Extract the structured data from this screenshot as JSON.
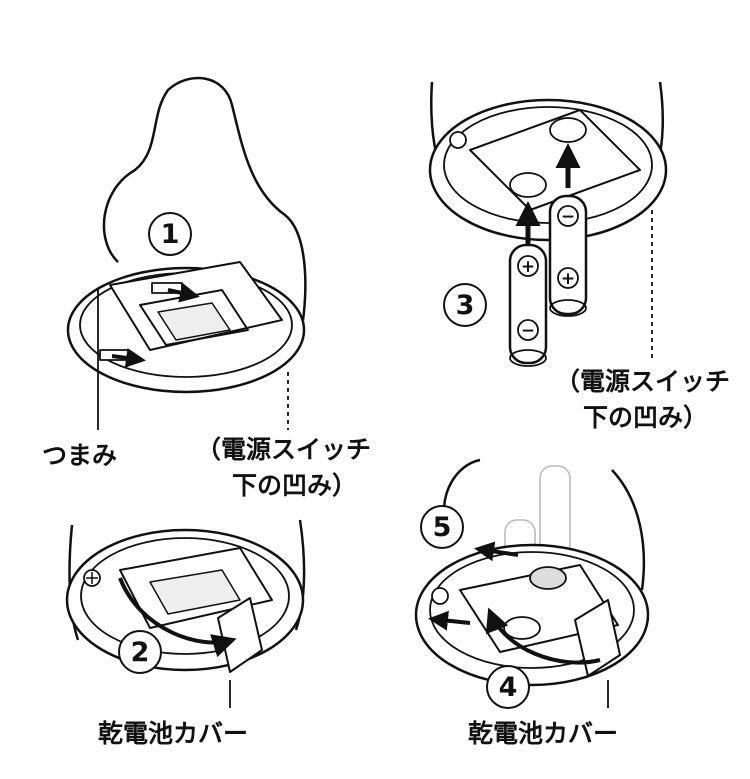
{
  "steps": [
    {
      "number": "1"
    },
    {
      "number": "2"
    },
    {
      "number": "3"
    },
    {
      "number": "4"
    },
    {
      "number": "5"
    }
  ],
  "labels": {
    "knob": "つまみ",
    "switch_recess_1_line1": "（電源スイッチ",
    "switch_recess_1_line2": "下の凹み）",
    "switch_recess_2_line1": "（電源スイッチ",
    "switch_recess_2_line2": "下の凹み）",
    "battery_cover_left": "乾電池カバー",
    "battery_cover_right": "乾電池カバー"
  },
  "symbols": {
    "plus": "+",
    "minus": "−"
  }
}
